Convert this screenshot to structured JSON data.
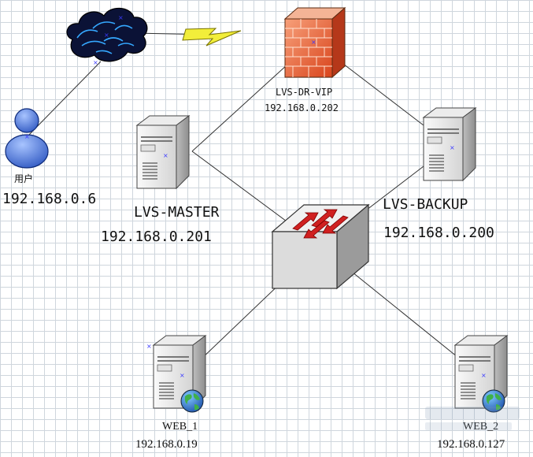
{
  "nodes": {
    "user": {
      "name": "用户",
      "ip": "192.168.0.6"
    },
    "firewall": {
      "name": "LVS-DR-VIP",
      "ip": "192.168.0.202"
    },
    "lvs_master": {
      "name": "LVS-MASTER",
      "ip": "192.168.0.201"
    },
    "lvs_backup": {
      "name": "LVS-BACKUP",
      "ip": "192.168.0.200"
    },
    "web1": {
      "name": "WEB_1",
      "ip": "192.168.0.19"
    },
    "web2": {
      "name": "WEB_2",
      "ip": "192.168.0.127"
    }
  },
  "icons": {
    "cloud": "cloud-icon",
    "lightning": "lightning-icon",
    "firewall": "firewall-icon",
    "user": "user-icon",
    "server": "server-icon",
    "switch": "switch-icon",
    "globe": "globe-icon"
  },
  "colors": {
    "grid": "#cfd6dd",
    "firewall": "#e8633a",
    "user": "#4a78d8",
    "switch_arrow": "#d02020",
    "cloud": "#1a2a6a",
    "lightning": "#f2ee3a"
  }
}
